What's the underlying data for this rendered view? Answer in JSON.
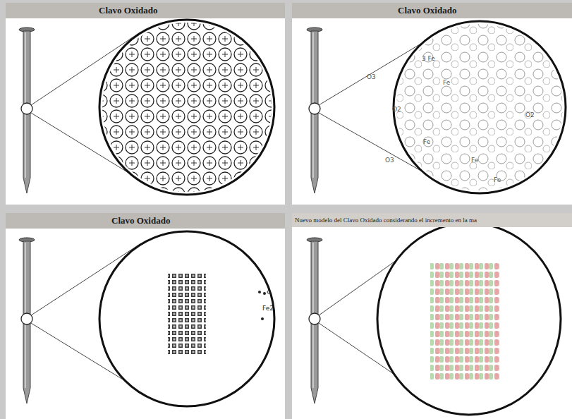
{
  "diagram": {
    "nodes": [
      {
        "text": [
          "Clavo Oxidado"
        ]
      },
      {
        "text": [
          "Clavo Oxidado"
        ]
      },
      {
        "text": [
          "Clavo Oxidado"
        ]
      },
      {
        "text": [
          "Nuevo modelo del Clavo Oxidado considerando el incremento en la ma"
        ]
      }
    ],
    "labels": [
      "3 Fe",
      "O3",
      "Fe",
      "O2",
      "O2",
      "Fe",
      "Fe",
      "O3",
      "Fe",
      "Fe2"
    ]
  }
}
